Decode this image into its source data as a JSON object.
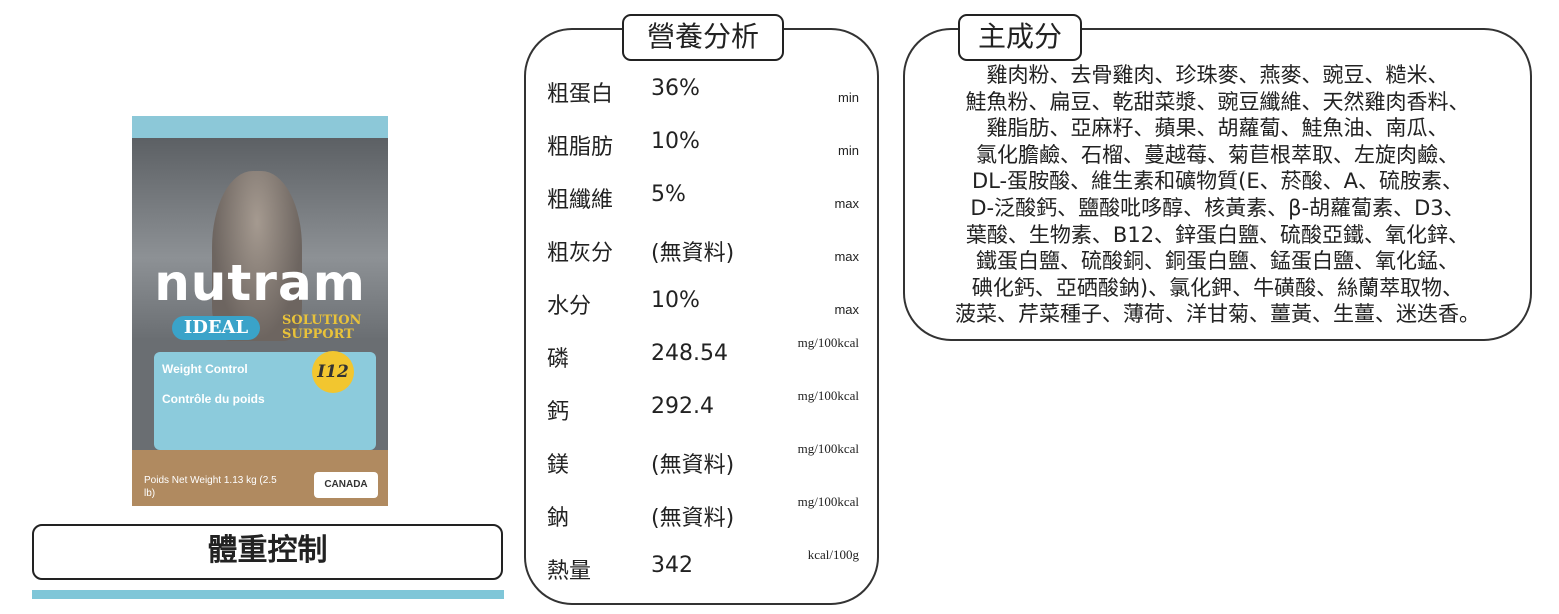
{
  "product": {
    "brand": "nutram",
    "line": "IDEAL",
    "sub": "SOLUTION SUPPORT",
    "code": "I12",
    "name_en": "Weight Control",
    "name_fr": "Contrôle du poids",
    "weight": "Poids Net Weight 1.13 kg (2.5 lb)",
    "origin": "CANADA",
    "title": "體重控制"
  },
  "nutrition": {
    "title": "營養分析",
    "rows": [
      {
        "label": "粗蛋白",
        "value": "36%",
        "unit": "min"
      },
      {
        "label": "粗脂肪",
        "value": "10%",
        "unit": "min"
      },
      {
        "label": "粗纖維",
        "value": "5%",
        "unit": "max"
      },
      {
        "label": "粗灰分",
        "value": "(無資料)",
        "unit": "max"
      },
      {
        "label": "水分",
        "value": "10%",
        "unit": "max"
      },
      {
        "label": "磷",
        "value": "248.54",
        "unit": "mg/100kcal"
      },
      {
        "label": "鈣",
        "value": "292.4",
        "unit": "mg/100kcal"
      },
      {
        "label": "鎂",
        "value": "(無資料)",
        "unit": "mg/100kcal"
      },
      {
        "label": "鈉",
        "value": "(無資料)",
        "unit": "mg/100kcal"
      },
      {
        "label": "熱量",
        "value": "342",
        "unit": "kcal/100g"
      }
    ]
  },
  "ingredients": {
    "title": "主成分",
    "lines": [
      "雞肉粉、去骨雞肉、珍珠麥、燕麥、豌豆、糙米、",
      "鮭魚粉、扁豆、乾甜菜漿、豌豆纖維、天然雞肉香料、",
      "雞脂肪、亞麻籽、蘋果、胡蘿蔔、鮭魚油、南瓜、",
      "氯化膽鹼、石榴、蔓越莓、菊苣根萃取、左旋肉鹼、",
      "DL-蛋胺酸、維生素和礦物質(E、菸酸、A、硫胺素、",
      "D-泛酸鈣、鹽酸吡哆醇、核黃素、β-胡蘿蔔素、D3、",
      "葉酸、生物素、B12、鋅蛋白鹽、硫酸亞鐵、氧化鋅、",
      "鐵蛋白鹽、硫酸銅、銅蛋白鹽、錳蛋白鹽、氧化錳、",
      "碘化鈣、亞硒酸鈉)、氯化鉀、牛磺酸、絲蘭萃取物、",
      "菠菜、芹菜種子、薄荷、洋甘菊、薑黃、生薑、迷迭香。"
    ]
  },
  "colors": {
    "accent": "#7fc6d8",
    "border": "#222222"
  }
}
